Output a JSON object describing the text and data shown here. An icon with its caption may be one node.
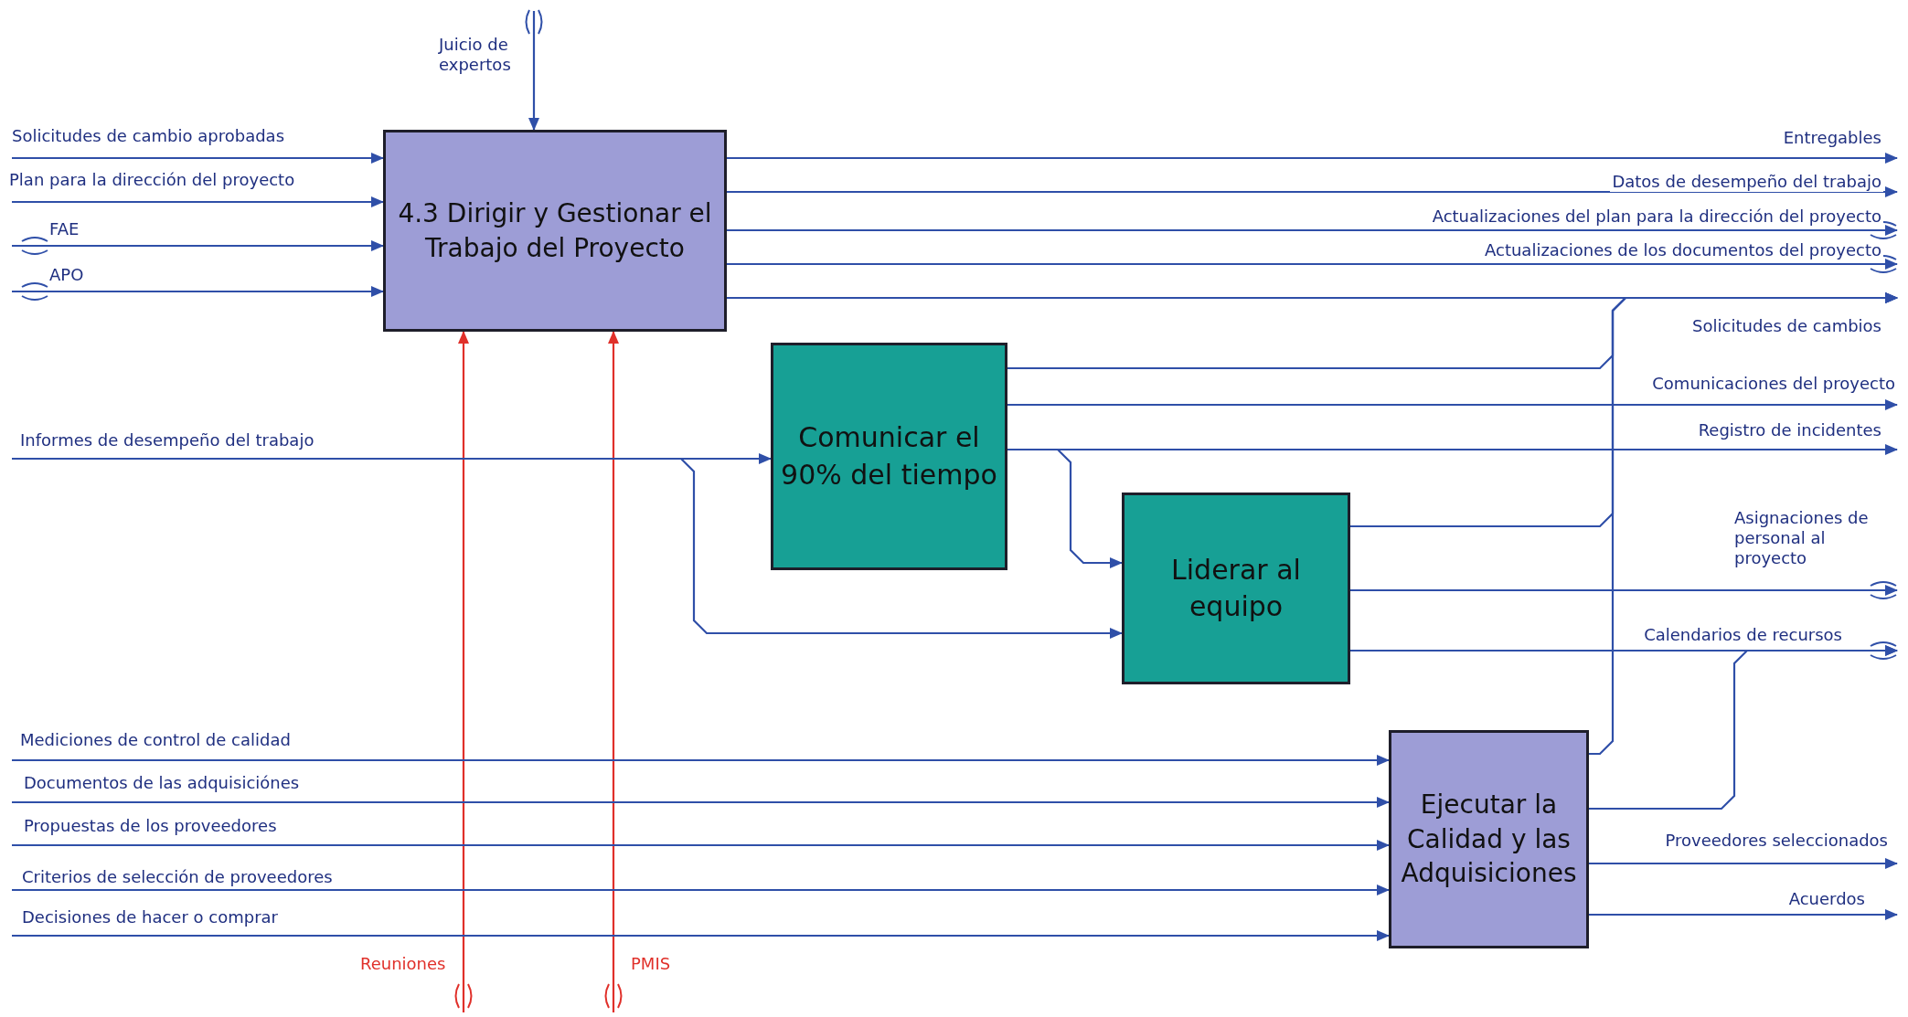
{
  "diagram": {
    "nodes": [
      {
        "text": [
          "4.3 Dirigir y Gestionar el Trabajo del Proyecto"
        ]
      },
      {
        "text": [
          "Comunicar el 90% del tiempo"
        ]
      },
      {
        "text": [
          "Liderar al equipo"
        ]
      },
      {
        "text": [
          "Ejecutar la Calidad y las Adquisiciones"
        ]
      }
    ],
    "edges": [
      {
        "from": null,
        "to": 0,
        "arrow": "to",
        "label": "Juicio de expertos"
      },
      {
        "from": null,
        "to": 0,
        "arrow": "to",
        "label": "Solicitudes de cambio aprobadas"
      },
      {
        "from": null,
        "to": 0,
        "arrow": "to",
        "label": "Plan para la dirección del proyecto"
      },
      {
        "from": null,
        "to": 0,
        "arrow": "to",
        "label": "FAE"
      },
      {
        "from": null,
        "to": 0,
        "arrow": "to",
        "label": "APO"
      },
      {
        "from": null,
        "to": 0,
        "arrow": "to",
        "label": "Reuniones",
        "color": "#e0302a"
      },
      {
        "from": null,
        "to": 0,
        "arrow": "to",
        "label": "PMIS",
        "color": "#e0302a"
      },
      {
        "from": null,
        "to": 1,
        "arrow": "to",
        "label": "Informes de desempeño del trabajo"
      },
      {
        "from": null,
        "to": 2,
        "arrow": "to"
      },
      {
        "from": 1,
        "to": 2,
        "arrow": "to"
      },
      {
        "from": null,
        "to": 3,
        "arrow": "to",
        "label": "Mediciones de control de calidad"
      },
      {
        "from": null,
        "to": 3,
        "arrow": "to",
        "label": "Documentos de las adquisiciónes"
      },
      {
        "from": null,
        "to": 3,
        "arrow": "to",
        "label": "Propuestas de los proveedores"
      },
      {
        "from": null,
        "to": 3,
        "arrow": "to",
        "label": "Criterios de selección de proveedores"
      },
      {
        "from": null,
        "to": 3,
        "arrow": "to",
        "label": "Decisiones de hacer o comprar"
      },
      {
        "from": 0,
        "to": null,
        "arrow": "to",
        "label": "Entregables"
      },
      {
        "from": 0,
        "to": null,
        "arrow": "to",
        "label": "Datos de desempeño del trabajo"
      },
      {
        "from": 0,
        "to": null,
        "arrow": "to",
        "label": "Actualizaciones del plan para la dirección del proyecto"
      },
      {
        "from": 0,
        "to": null,
        "arrow": "to",
        "label": "Actualizaciones de los documentos del proyecto"
      },
      {
        "from": 0,
        "to": null,
        "arrow": "to",
        "label": "Solicitudes de cambios"
      },
      {
        "from": 1,
        "to": null,
        "arrow": "to"
      },
      {
        "from": 2,
        "to": null,
        "arrow": "to"
      },
      {
        "from": 3,
        "to": null,
        "arrow": "to"
      },
      {
        "from": 1,
        "to": null,
        "arrow": "to",
        "label": "Comunicaciones del proyecto"
      },
      {
        "from": 1,
        "to": null,
        "arrow": "to",
        "label": "Registro de incidentes"
      },
      {
        "from": 2,
        "to": null,
        "arrow": "to",
        "label": "Asignaciones de personal al proyecto"
      },
      {
        "from": 2,
        "to": null,
        "arrow": "to",
        "label": "Calendarios de recursos"
      },
      {
        "from": 3,
        "to": null,
        "arrow": "to"
      },
      {
        "from": 3,
        "to": null,
        "arrow": "to",
        "label": "Proveedores seleccionados"
      },
      {
        "from": 3,
        "to": null,
        "arrow": "to",
        "label": "Acuerdos"
      }
    ]
  }
}
